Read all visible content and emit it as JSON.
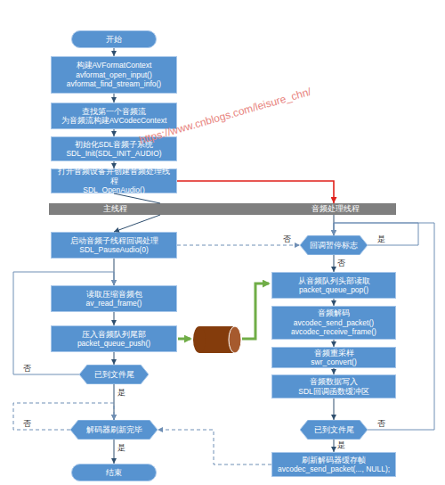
{
  "diagram": {
    "nodes": [
      {
        "text": [
          "开始"
        ]
      },
      {
        "text": [
          "构建AVFormatContext",
          "avformat_open_input() avformat_find_stream_info()"
        ]
      },
      {
        "text": [
          "查找第一个音频流",
          "为音频流构建AVCodecContext"
        ]
      },
      {
        "text": [
          "初始化SDL音频子系统",
          "SDL_Init(SDL_INIT_AUDIO)"
        ]
      },
      {
        "text": [
          "打开音频设备并创建音频处理线程",
          "SDL_OpenAudio()"
        ]
      },
      {
        "text": [
          "主线程"
        ]
      },
      {
        "text": [
          "音频处理线程"
        ]
      },
      {
        "text": [
          "启动音频子线程回调处理",
          "SDL_PauseAudio(0)"
        ]
      },
      {
        "text": [
          "回调暂停标志"
        ]
      },
      {
        "text": [
          "从音频队列头部读取",
          "packet_queue_pop()"
        ]
      },
      {
        "text": [
          "读取压缩音频包",
          "av_read_frame()"
        ]
      },
      {
        "text": [
          "音频解码",
          "avcodec_send_packet() avcodec_receive_frame()"
        ]
      },
      {
        "text": [
          "压入音频队列尾部",
          "packet_queue_push()"
        ]
      },
      {
        "text": [
          "音频重采样",
          "swr_convert()"
        ]
      },
      {
        "text": [
          "已到文件尾"
        ]
      },
      {
        "text": [
          "音频数据写入",
          "SDL回调函数缓冲区"
        ]
      },
      {
        "text": [
          "解码器刷新完毕"
        ]
      },
      {
        "text": [
          "已到文件尾"
        ]
      },
      {
        "text": [
          "刷新解码器缓存帧",
          "avcodec_send_packet(..., NULL);"
        ]
      },
      {
        "text": [
          "结束"
        ]
      }
    ],
    "edges": [
      {
        "from": 0,
        "to": 1,
        "arrow": "to"
      },
      {
        "from": 1,
        "to": 2,
        "arrow": "to"
      },
      {
        "from": 2,
        "to": 3,
        "arrow": "to"
      },
      {
        "from": 3,
        "to": 4,
        "arrow": "to"
      },
      {
        "from": 4,
        "to": 5,
        "arrow": "none"
      },
      {
        "from": 5,
        "to": 7,
        "arrow": "to"
      },
      {
        "from": 4,
        "to": 6,
        "arrow": "to"
      },
      {
        "from": 6,
        "to": 8,
        "arrow": "to"
      },
      {
        "from": 7,
        "to": 8,
        "label": "否",
        "arrow": "to"
      },
      {
        "from": 8,
        "to": 8,
        "label": "是",
        "arrow": "to"
      },
      {
        "from": 8,
        "to": 9,
        "label": "否",
        "arrow": "to"
      },
      {
        "from": 7,
        "to": 10,
        "arrow": "to"
      },
      {
        "from": 10,
        "to": 12,
        "arrow": "to"
      },
      {
        "from": 12,
        "to": 14,
        "arrow": "to"
      },
      {
        "from": 14,
        "to": 10,
        "label": "否",
        "arrow": "to"
      },
      {
        "from": 14,
        "to": 16,
        "label": "是",
        "arrow": "to"
      },
      {
        "from": 16,
        "to": 16,
        "label": "否",
        "arrow": "to"
      },
      {
        "from": 16,
        "to": 19,
        "label": "是",
        "arrow": "to"
      },
      {
        "from": 9,
        "to": 11,
        "arrow": "to"
      },
      {
        "from": 11,
        "to": 13,
        "arrow": "to"
      },
      {
        "from": 13,
        "to": 15,
        "arrow": "to"
      },
      {
        "from": 15,
        "to": 17,
        "arrow": "to"
      },
      {
        "from": 17,
        "to": 8,
        "label": "否",
        "arrow": "to"
      },
      {
        "from": 17,
        "to": 18,
        "label": "是",
        "arrow": "to"
      },
      {
        "from": 18,
        "to": 16,
        "arrow": "to"
      }
    ],
    "labels": [
      "https://www.cnblogs.com/leisure_chn/"
    ]
  }
}
